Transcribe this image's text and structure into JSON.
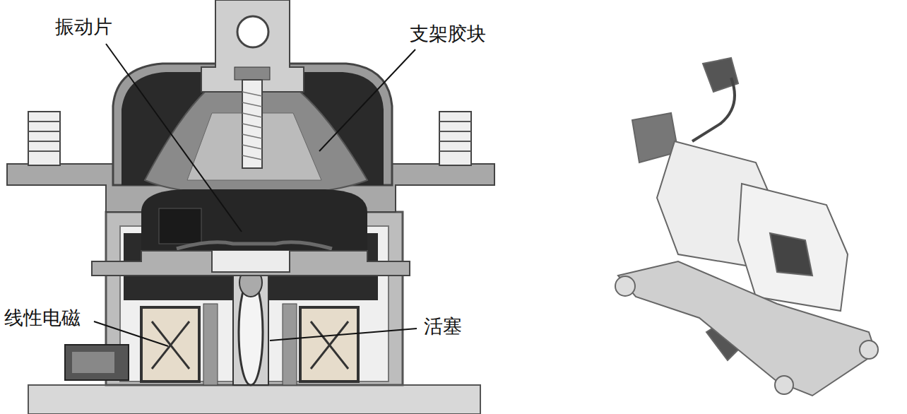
{
  "diagram": {
    "labels": [
      "振动片",
      "支架胶块",
      "线性电磁",
      "活塞"
    ]
  }
}
